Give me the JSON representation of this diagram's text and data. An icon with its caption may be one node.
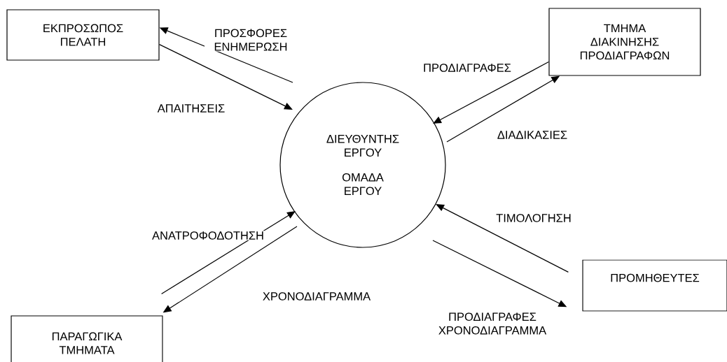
{
  "diagram": {
    "nodes": [
      {
        "text": [
          "ΕΚΠΡΟΣΩΠΟΣ ΠΕΛΑΤΗ"
        ]
      },
      {
        "text": [
          "ΔΙΕΥΘΥΝΤΗΣ ΕΡΓΟΥ",
          "ΟΜΑΔΑ ΕΡΓΟΥ"
        ]
      },
      {
        "text": [
          "ΤΜΗΜΑ ΔΙΑΚΙΝΗΣΗΣ ΠΡΟΔΙΑΓΡΑΦΩΝ"
        ]
      },
      {
        "text": [
          "ΠΑΡΑΓΩΓΙΚΑ ΤΜΗΜΑΤΑ"
        ]
      },
      {
        "text": [
          "ΠΡΟΜΗΘΕΥΤΕΣ"
        ]
      }
    ],
    "edges": [
      {
        "from": 1,
        "to": 0,
        "arrow": "to",
        "label": "ΠΡΟΣΦΟΡΕΣ ΕΝΗΜΕΡΩΣΗ"
      },
      {
        "from": 0,
        "to": 1,
        "arrow": "to",
        "label": "ΑΠΑΙΤΗΣΕΙΣ"
      },
      {
        "from": 2,
        "to": 1,
        "arrow": "to",
        "label": "ΠΡΟΔΙΑΓΡΑΦΕΣ"
      },
      {
        "from": 1,
        "to": 2,
        "arrow": "to",
        "label": "ΔΙΑΔΙΚΑΣΙΕΣ"
      },
      {
        "from": 3,
        "to": 1,
        "arrow": "to",
        "label": "ΑΝΑΤΡΟΦΟΔΟΤΗΣΗ"
      },
      {
        "from": 1,
        "to": 3,
        "arrow": "to",
        "label": "ΧΡΟΝΟΔΙΑΓΡΑΜΜΑ"
      },
      {
        "from": 4,
        "to": 1,
        "arrow": "to",
        "label": "ΤΙΜΟΛΟΓΗΣΗ"
      },
      {
        "from": 1,
        "to": 4,
        "arrow": "to",
        "label": "ΠΡΟΔΙΑΓΡΑΦΕΣ ΧΡΟΝΟΔΙΑΓΡΑΜΜΑ"
      }
    ]
  }
}
